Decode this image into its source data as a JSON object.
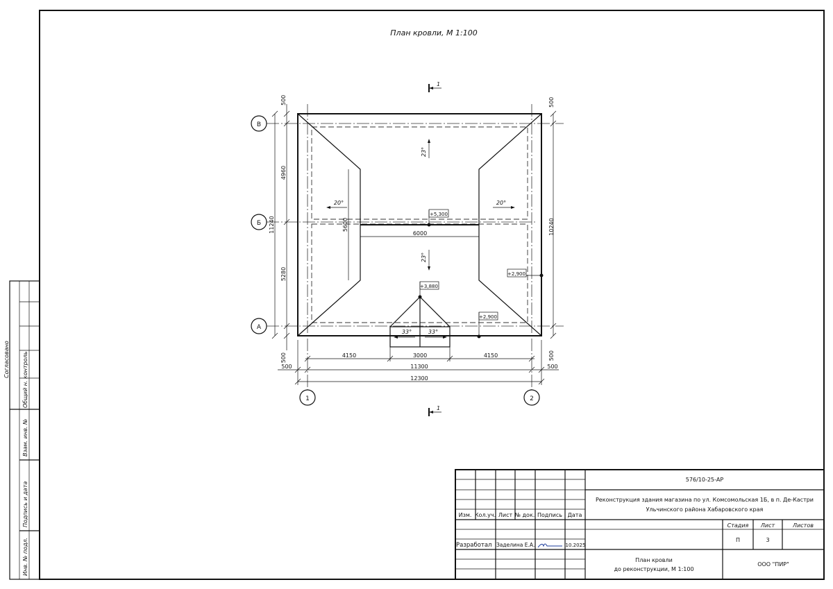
{
  "drawing": {
    "title": "План кровли, М 1:100",
    "section_mark": "1",
    "axes": {
      "rows": [
        "В",
        "Б",
        "А"
      ],
      "cols": [
        "1",
        "2"
      ]
    },
    "elevations": {
      "ridge": "+5,300",
      "porch_ridge": "+3,880",
      "eave_right": "+2,900",
      "eave_front": "+2,900"
    },
    "slopes": {
      "back": "23°",
      "front": "23°",
      "left": "20°",
      "right": "20°",
      "porch_left": "33°",
      "porch_right": "33°"
    },
    "dimensions": {
      "left_top_overhang": "500",
      "left_b_bb": "4960",
      "left_bb_a": "5280",
      "left_bottom_overhang": "500",
      "left_total": "11240",
      "right_top_overhang": "500",
      "right_total": "10240",
      "right_bottom_overhang": "500",
      "ridge_length": "6000",
      "hip_length": "5600",
      "bottom_left": "4150",
      "bottom_mid": "3000",
      "bottom_right": "4150",
      "overhang_left": "500",
      "axes_total": "11300",
      "overhang_right": "500",
      "overall": "12300"
    }
  },
  "stamp": {
    "agreed": "Согласовано",
    "norm_control": "Общий н. контроль",
    "inv_replace": "Взам. инв. №",
    "sign_date": "Подпись и дата",
    "inv_orig": "Инв. № подл."
  },
  "title_block": {
    "code": "576/10-25-АР",
    "project_line1": "Реконструкция здания магазина по ул. Комсомольская 1Б, в п. Де-Кастри",
    "project_line2": "Ульчинского района Хабаровского края",
    "headers": [
      "Изм.",
      "Кол.уч.",
      "Лист",
      "№ док.",
      "Подпись",
      "Дата"
    ],
    "role": "Разработал",
    "author": "Заделина Е.А.",
    "date": "10.2025",
    "stage_header": "Стадия",
    "sheet_header": "Лист",
    "sheets_header": "Листов",
    "stage": "П",
    "sheet": "3",
    "sheets": "",
    "sheet_name_line1": "План кровли",
    "sheet_name_line2": "до реконструкции, М 1:100",
    "company": "ООО \"ПИР\""
  }
}
